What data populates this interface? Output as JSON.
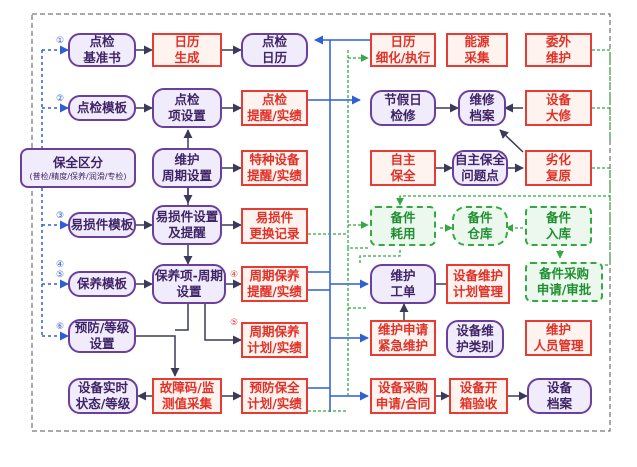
{
  "nodes": {
    "dianjian_jizhunshu": "点检\n基准书",
    "rili_shengcheng": "日历\n生成",
    "dianjian_rili": "点检\n日历",
    "rili_xihua": "日历\n细化/执行",
    "nengyuan": "能源\n采集",
    "weiwai": "委外\n维护",
    "dianjian_muban": "点检模板",
    "dianjian_xiangshezhi": "点检\n项设置",
    "dianjian_tixing": "点检\n提醒/实绩",
    "jiajiari": "节假日\n检修",
    "weixiu_dangan": "维修\n档案",
    "shebei_daxiu": "设备\n大修",
    "baoquan_qufen": "保全区分",
    "baoquan_qufen_sub": "(普检/精度/保养/润滑/专检)",
    "weihu_zhouqi": "维护\n周期设置",
    "tezhong": "特种设备\n提醒/实绩",
    "zizhu_baoquan": "自主\n保全",
    "zizhu_wenti": "自主保全\n问题点",
    "liehua": "劣化\n复原",
    "yisunjian_muban": "易损件模板",
    "yisunjian_shezhi": "易损件设置\n及提醒",
    "yisunjian_genghuan": "易损件\n更换记录",
    "beijian_haoyong": "备件\n耗用",
    "beijian_cangku": "备件\n仓库",
    "beijian_ruku": "备件\n入库",
    "baoyang_muban": "保养模板",
    "baoyang_zhouqi": "保养项-周期\n设置",
    "zhouqi_baoyang_tixing": "周期保养\n提醒/实绩",
    "weihu_gongdan": "维护\n工单",
    "jihua_guanli": "设备维护\n计划管理",
    "caigou_shenqing": "备件采购\n申请/审批",
    "yufang": "预防/等级\n设置",
    "zhouqi_baoyang_jihua": "周期保养\n计划/实绩",
    "jinji_weihu": "维护申请\n紧急维护",
    "weihu_leibie": "设备维\n护类别",
    "renyuan": "维护\n人员管理",
    "shishi": "设备实时\n状态/等级",
    "guzhangma": "故障码/监\n测值采集",
    "yufang_baoquan": "预防保全\n计划/实绩",
    "shebei_caigou": "设备采购\n申请/合同",
    "kaixiang": "设备开\n箱验收",
    "shebei_dangan": "设备\n档案"
  },
  "markers": {
    "m1": "①",
    "m2": "②",
    "m3": "③",
    "m4": "④",
    "m5": "⑤",
    "m6": "⑥",
    "m4b": "④",
    "m5b": "⑤"
  },
  "colors": {
    "purple_border": "#6a3f9e",
    "red_border": "#e53c33",
    "green_border": "#35a843",
    "blue_arrow": "#2f5fd6",
    "dark_arrow": "#3a3a5a"
  }
}
